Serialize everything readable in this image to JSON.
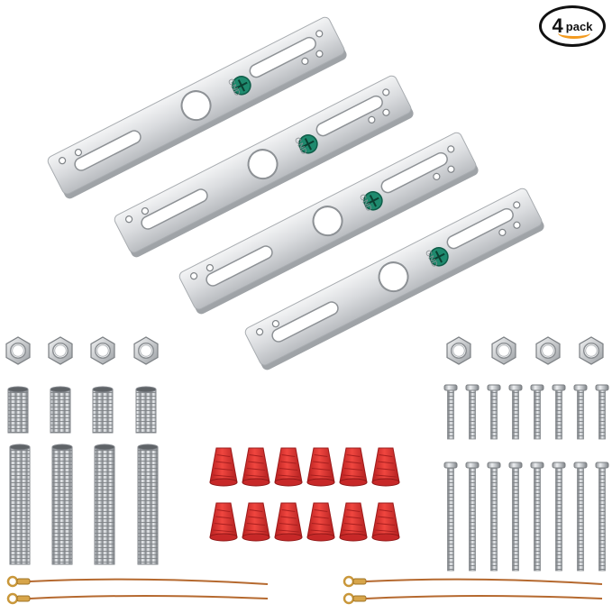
{
  "badge": {
    "number": "4",
    "text": "pack"
  },
  "plates": {
    "marking": "GND",
    "count": 4
  },
  "colors": {
    "plate_metal": "#d9dbde",
    "ground_screw": "#1f8a6e",
    "wire_nut": "#e3302f",
    "thread_metal": "#c6c9cd",
    "ground_wire": "#b5692f",
    "badge_accent": "#f39a1e"
  },
  "icons": [
    "hex-nut-icon",
    "threaded-nipple-icon",
    "wire-nut-icon",
    "machine-screw-icon",
    "ground-wire-icon"
  ]
}
